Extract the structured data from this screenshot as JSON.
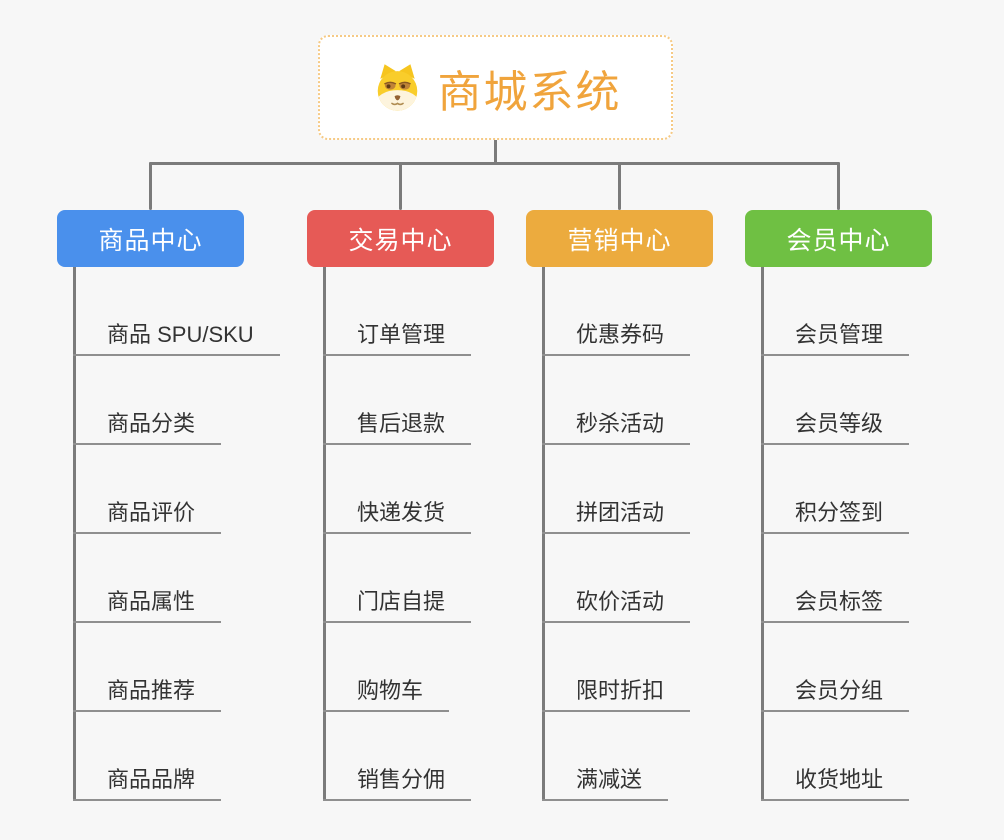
{
  "root": {
    "title": "商城系统",
    "icon": "shiba-dog-icon"
  },
  "branches": [
    {
      "label": "商品中心",
      "color": "#4a90ec",
      "children": [
        "商品 SPU/SKU",
        "商品分类",
        "商品评价",
        "商品属性",
        "商品推荐",
        "商品品牌"
      ]
    },
    {
      "label": "交易中心",
      "color": "#e65a56",
      "children": [
        "订单管理",
        "售后退款",
        "快递发货",
        "门店自提",
        "购物车",
        "销售分佣"
      ]
    },
    {
      "label": "营销中心",
      "color": "#ecab3e",
      "children": [
        "优惠券码",
        "秒杀活动",
        "拼团活动",
        "砍价活动",
        "限时折扣",
        "满减送"
      ]
    },
    {
      "label": "会员中心",
      "color": "#6fc043",
      "children": [
        "会员管理",
        "会员等级",
        "积分签到",
        "会员标签",
        "会员分组",
        "收货地址"
      ]
    }
  ],
  "colors": {
    "background": "#f7f7f7",
    "connector_line": "#7b7b7b",
    "leaf_underline": "#8f8f8f",
    "leaf_text": "#333333",
    "root_text": "#f0a43c",
    "root_border": "#f6ca85",
    "branch_text": "#ffffff"
  }
}
